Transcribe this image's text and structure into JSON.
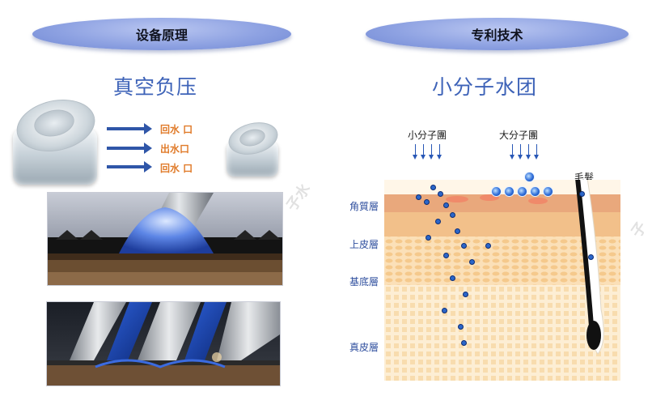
{
  "left": {
    "header": "设备原理",
    "title": "真空负压",
    "ports": [
      "回水 口",
      "出水口",
      "回水 口"
    ]
  },
  "right": {
    "header": "专利技术",
    "title": "小分子水团",
    "small_molecule": "小分子團",
    "large_molecule": "大分子團",
    "hair": "毛髮",
    "layers": [
      "角質層",
      "上皮層",
      "基底層",
      "真皮層"
    ]
  },
  "colors": {
    "pill": "#8ea2e2",
    "title": "#3e63b8",
    "port_label": "#e07b2a",
    "arrow": "#2f56a8",
    "water": "#2b66c9"
  }
}
